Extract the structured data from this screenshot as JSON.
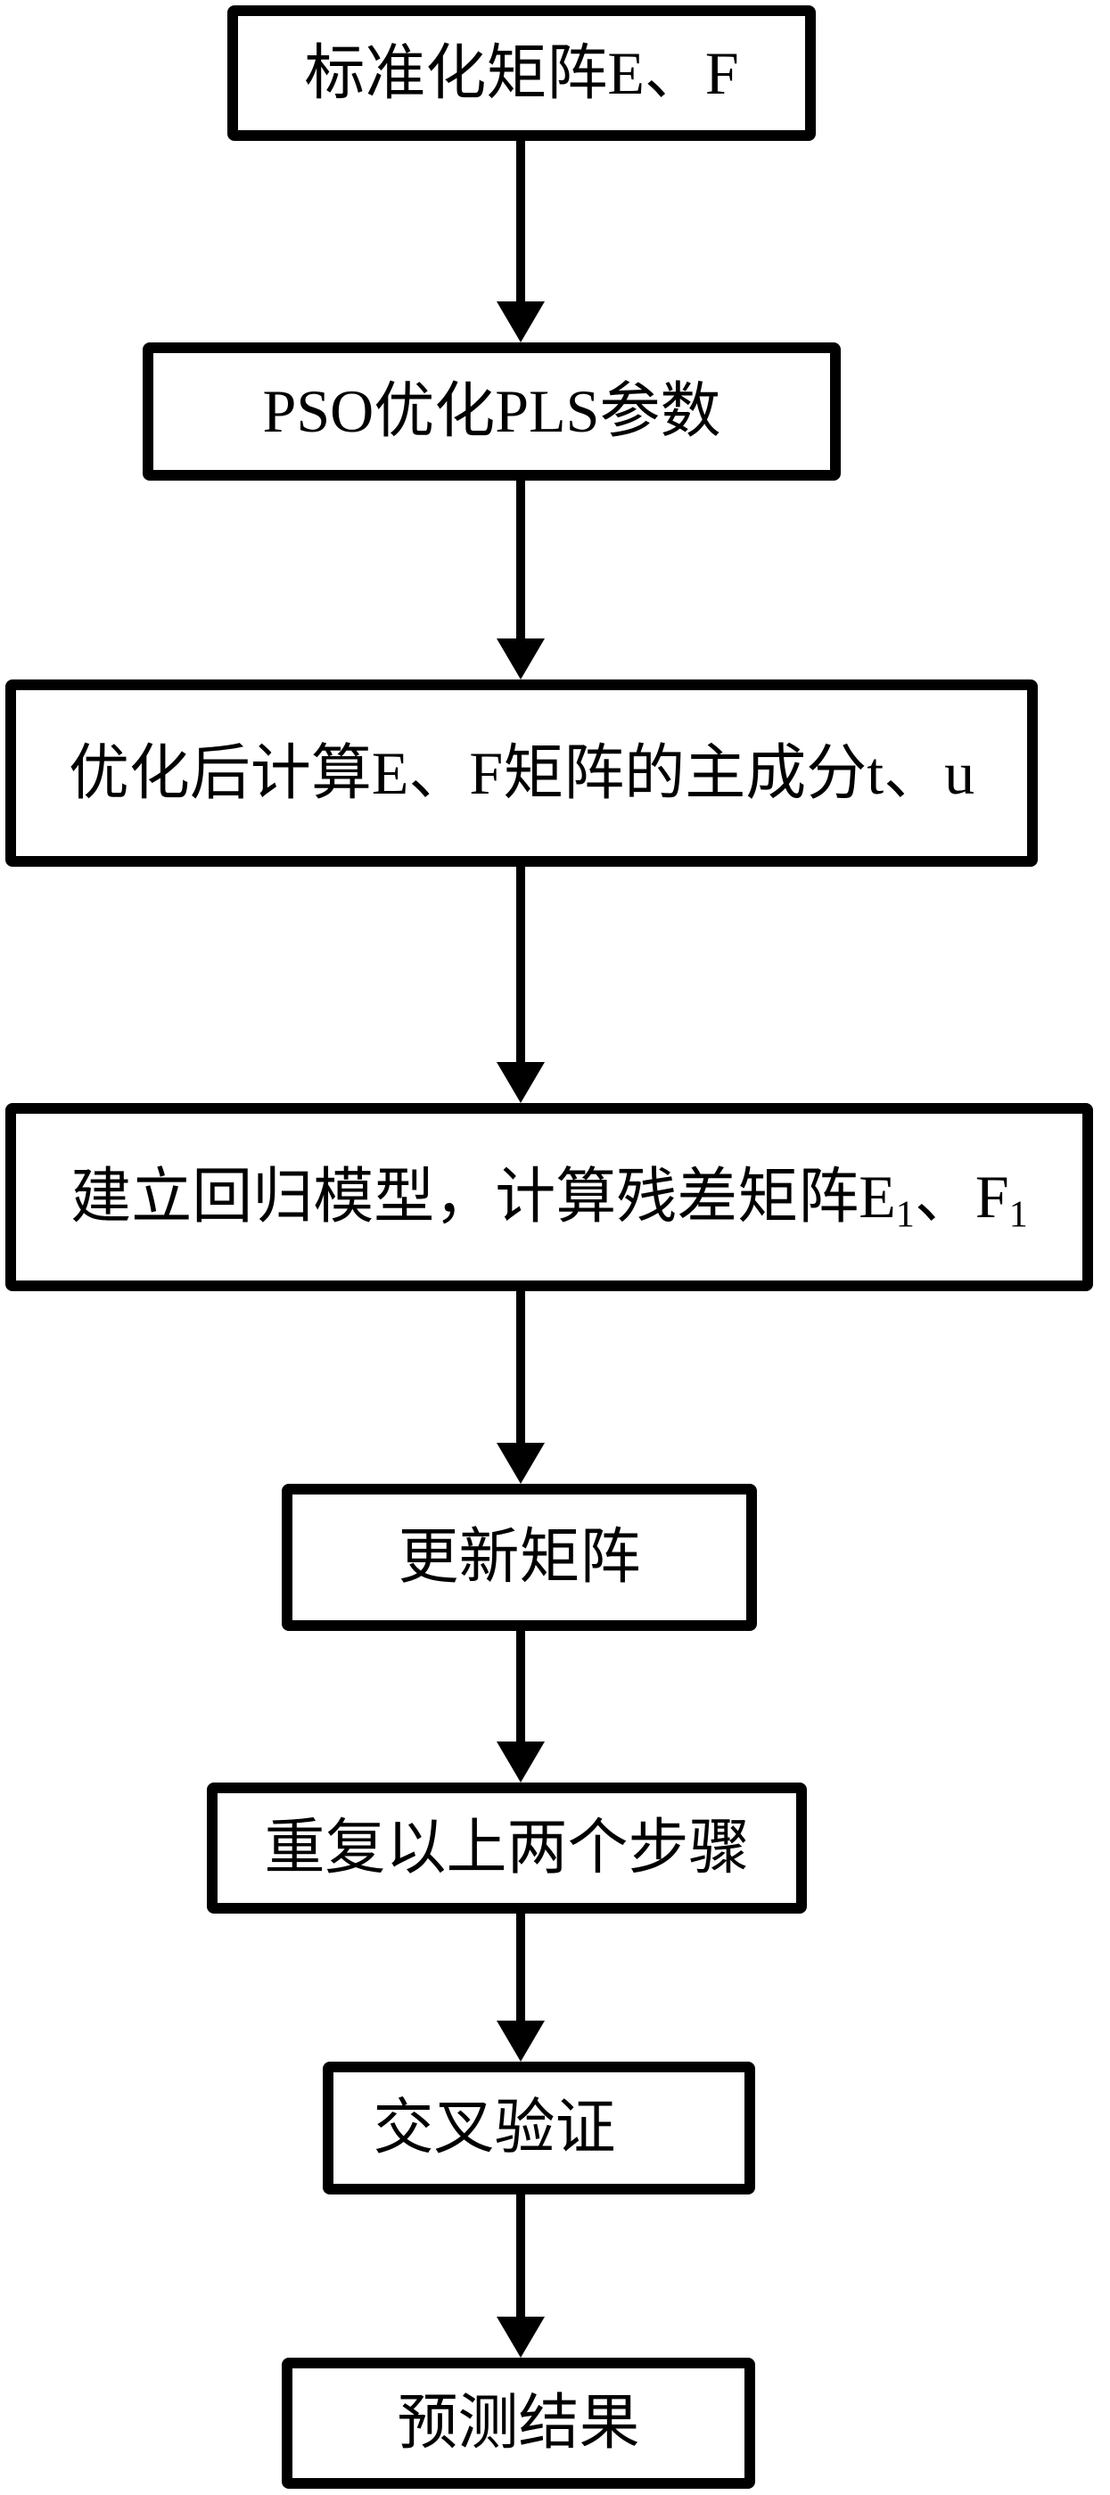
{
  "flowchart": {
    "background_color": "#ffffff",
    "stroke_color": "#000000",
    "text_color": "#000000",
    "nodes": [
      {
        "id": "standardize-matrices",
        "label": "标准化矩阵E、F"
      },
      {
        "id": "pso-optimize-pls",
        "label": "PSO优化PLS参数"
      },
      {
        "id": "compute-principal-components",
        "label": "优化后计算E、F矩阵的主成分t、u"
      },
      {
        "id": "build-regression-residual",
        "label": "建立回归模型，计算残差矩阵E1、F1",
        "label_parts": [
          {
            "text": "建立回归模型，计算残差矩阵E"
          },
          {
            "text": "1",
            "sub": true
          },
          {
            "text": "、F"
          },
          {
            "text": "1",
            "sub": true
          }
        ]
      },
      {
        "id": "update-matrix",
        "label": "更新矩阵"
      },
      {
        "id": "repeat-two-steps",
        "label": "重复以上两个步骤"
      },
      {
        "id": "cross-validation",
        "label": "交叉验证"
      },
      {
        "id": "prediction-result",
        "label": "预测结果"
      }
    ],
    "edges": [
      {
        "from": "standardize-matrices",
        "to": "pso-optimize-pls",
        "direction": "down"
      },
      {
        "from": "pso-optimize-pls",
        "to": "compute-principal-components",
        "direction": "down"
      },
      {
        "from": "compute-principal-components",
        "to": "build-regression-residual",
        "direction": "down"
      },
      {
        "from": "build-regression-residual",
        "to": "update-matrix",
        "direction": "down"
      },
      {
        "from": "update-matrix",
        "to": "repeat-two-steps",
        "direction": "down"
      },
      {
        "from": "repeat-two-steps",
        "to": "cross-validation",
        "direction": "down"
      },
      {
        "from": "cross-validation",
        "to": "prediction-result",
        "direction": "down"
      }
    ]
  }
}
